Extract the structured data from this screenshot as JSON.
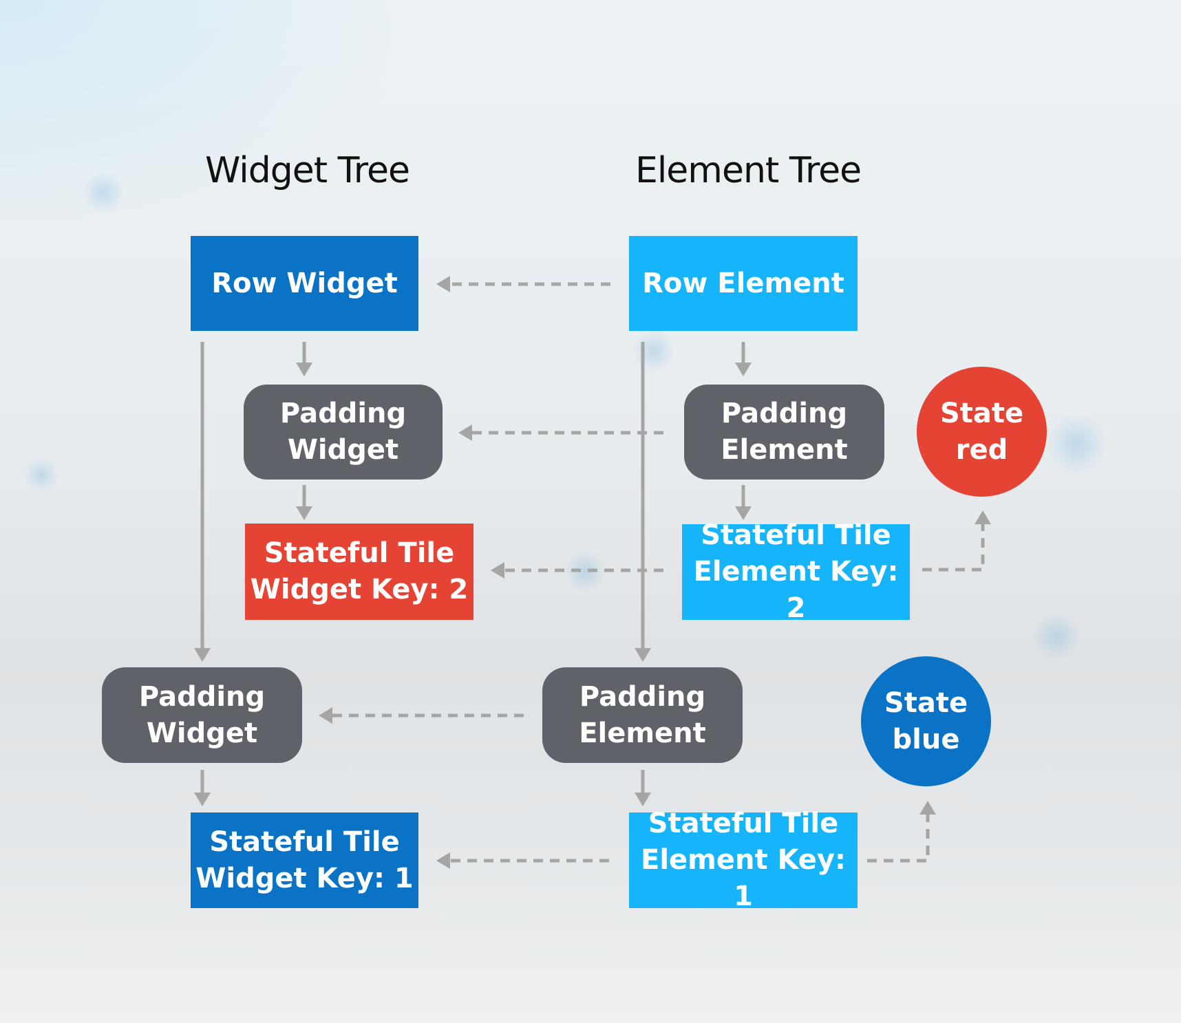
{
  "headings": {
    "widget_tree": "Widget Tree",
    "element_tree": "Element Tree"
  },
  "colors": {
    "dark_blue": "#0b73c6",
    "light_blue": "#16b4fb",
    "gray": "#5f6268",
    "red": "#e54435",
    "arrow_gray": "#a5a5a5"
  },
  "nodes": {
    "row_widget": "Row Widget",
    "row_element": "Row Element",
    "padding_widget_1": "Padding\nWidget",
    "padding_element_1": "Padding\nElement",
    "tile_widget_key2": "Stateful Tile\nWidget Key: 2",
    "tile_element_key2": "Stateful Tile\nElement Key: 2",
    "state_red": "State\nred",
    "padding_widget_2": "Padding\nWidget",
    "padding_element_2": "Padding\nElement",
    "state_blue": "State\nblue",
    "tile_widget_key1": "Stateful Tile\nWidget Key: 1",
    "tile_element_key1": "Stateful Tile\nElement Key: 1"
  }
}
